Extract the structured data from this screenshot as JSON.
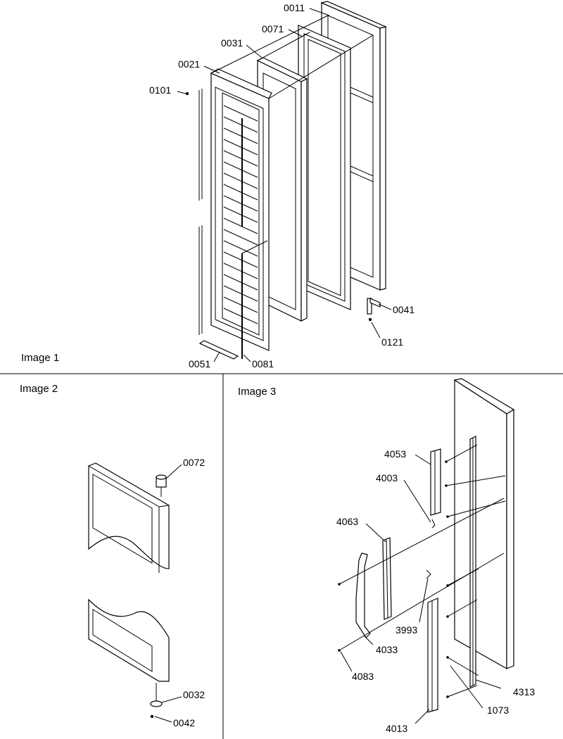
{
  "panels": [
    {
      "title": "Image 1",
      "parts": [
        "0011",
        "0071",
        "0031",
        "0021",
        "0101",
        "0041",
        "0121",
        "0051",
        "0081"
      ]
    },
    {
      "title": "Image 2",
      "parts": [
        "0072",
        "0032",
        "0042"
      ]
    },
    {
      "title": "Image 3",
      "parts": [
        "4053",
        "4003",
        "4063",
        "3993",
        "4033",
        "4083",
        "4313",
        "1073",
        "4013"
      ]
    }
  ]
}
